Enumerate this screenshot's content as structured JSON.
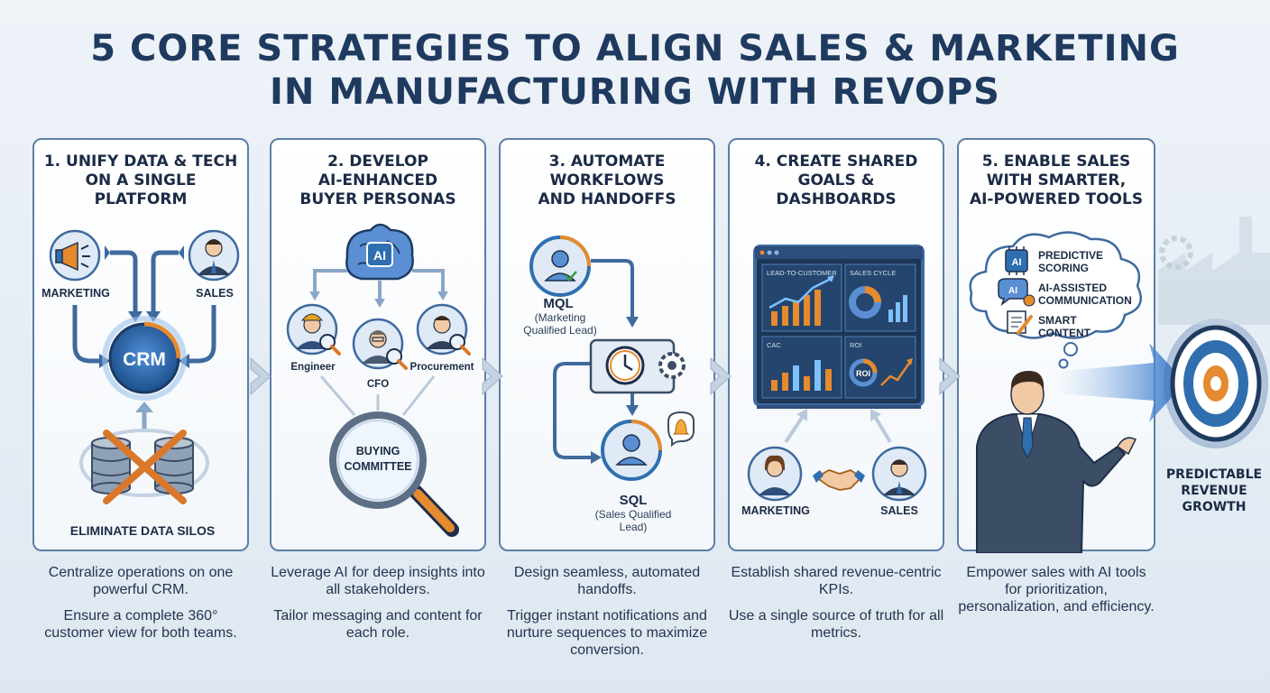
{
  "title": {
    "line1": "5 CORE STRATEGIES TO ALIGN SALES & MARKETING",
    "line2": "IN MANUFACTURING WITH REVOPS"
  },
  "panels": [
    {
      "title": "1. UNIFY DATA & TECH\nON A SINGLE PLATFORM",
      "labels": {
        "marketing": "MARKETING",
        "sales": "SALES",
        "crm": "CRM",
        "silos": "ELIMINATE DATA SILOS"
      },
      "desc": [
        "Centralize operations on one powerful CRM.",
        "Ensure a complete 360° customer view for both teams."
      ]
    },
    {
      "title": "2. DEVELOP\nAI-ENHANCED\nBUYER PERSONAS",
      "labels": {
        "ai": "AI",
        "engineer": "Engineer",
        "cfo": "CFO",
        "procurement": "Procurement",
        "committee_1": "BUYING",
        "committee_2": "COMMITTEE"
      },
      "desc": [
        "Leverage AI for deep insights into all stakeholders.",
        "Tailor messaging and content for each role."
      ]
    },
    {
      "title": "3. AUTOMATE\nWORKFLOWS\nAND HANDOFFS",
      "labels": {
        "mql": "MQL",
        "mql_sub_1": "(Marketing",
        "mql_sub_2": "Qualified Lead)",
        "sql": "SQL",
        "sql_sub_1": "(Sales Qualified",
        "sql_sub_2": "Lead)"
      },
      "desc": [
        "Design seamless, automated handoffs.",
        "Trigger instant notifications and nurture sequences to maximize conversion."
      ]
    },
    {
      "title": "4. CREATE SHARED\nGOALS &\nDASHBOARDS",
      "labels": {
        "w1": "LEAD-TO-CUSTOMER",
        "w2": "SALES CYCLE",
        "w3": "CAC",
        "w4": "ROI",
        "w4_val": "ROI",
        "marketing": "MARKETING",
        "sales": "SALES"
      },
      "desc": [
        "Establish shared revenue-centric KPIs.",
        "Use a single source of truth for all metrics."
      ]
    },
    {
      "title": "5. ENABLE SALES\nWITH SMARTER,\nAI-POWERED TOOLS",
      "labels": {
        "t1_1": "PREDICTIVE",
        "t1_2": "SCORING",
        "t2_1": "AI-ASSISTED",
        "t2_2": "COMMUNICATION",
        "t3_1": "SMART",
        "t3_2": "CONTENT",
        "ai_chip": "AI",
        "ai_chat": "AI"
      },
      "desc": [
        "Empower sales with AI tools for prioritization, personalization, and efficiency."
      ]
    }
  ],
  "outcome": "PREDICTABLE\nREVENUE\nGROWTH",
  "colors": {
    "navy": "#1f3a5f",
    "blue": "#2f6fb0",
    "orange": "#e58a2e",
    "border": "#5d7fa6"
  }
}
